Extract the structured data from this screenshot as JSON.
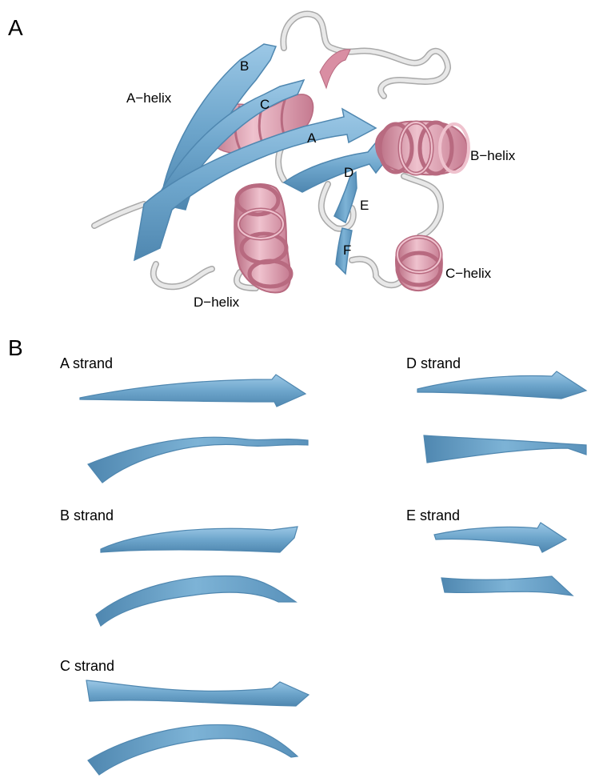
{
  "colors": {
    "strand_fill": "#6ea6cc",
    "strand_dark": "#4f87b0",
    "strand_light": "#9cc8e6",
    "helix_fill": "#d98ea3",
    "helix_dark": "#b86a80",
    "helix_light": "#efc2ce",
    "loop": "#d9d9d9",
    "loop_edge": "#a9a9a9"
  },
  "panel_a": {
    "letter": "A",
    "strand_labels": [
      "A",
      "B",
      "C",
      "D",
      "E",
      "F"
    ],
    "helix_labels": [
      "A−helix",
      "B−helix",
      "C−helix",
      "D−helix"
    ]
  },
  "panel_b": {
    "letter": "B",
    "strand_titles": [
      "A strand",
      "B strand",
      "C strand",
      "D strand",
      "E strand"
    ]
  }
}
